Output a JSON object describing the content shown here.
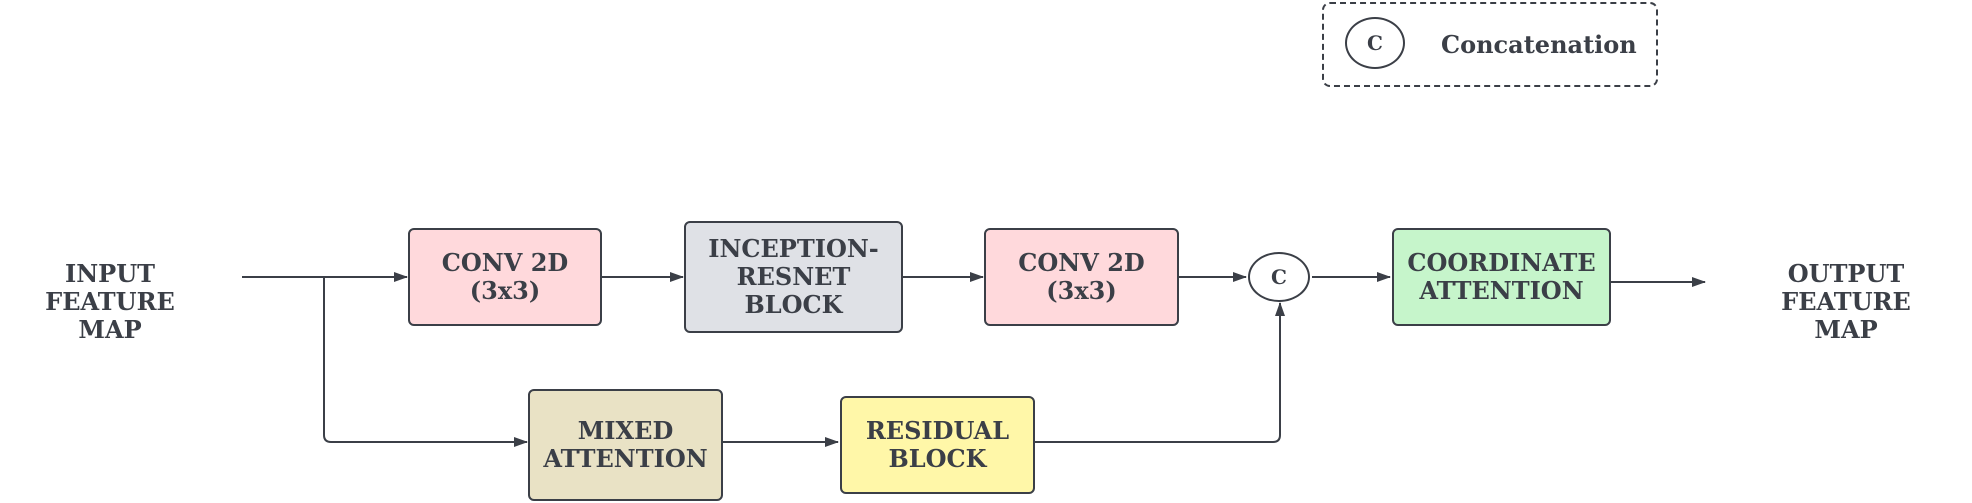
{
  "legend": {
    "symbol": "C",
    "text": "Concatenation"
  },
  "input_label": "INPUT FEATURE\nMAP",
  "output_label": "OUTPUT FEATURE\nMAP",
  "nodes": {
    "conv1": {
      "label": "CONV 2D\n(3x3)",
      "color": "#ffd9dc"
    },
    "inception": {
      "label": "INCEPTION-\nRESNET\nBLOCK",
      "color": "#dfe1e6"
    },
    "conv2": {
      "label": "CONV 2D\n(3x3)",
      "color": "#ffd9dc"
    },
    "concat": {
      "label": "C"
    },
    "coord": {
      "label": "COORDINATE\nATTENTION",
      "color": "#c6f5cb"
    },
    "mixed": {
      "label": "MIXED\nATTENTION",
      "color": "#e9e2c5"
    },
    "residual": {
      "label": "RESIDUAL\nBLOCK",
      "color": "#fff7a8"
    }
  },
  "line_color": "#3b3f47"
}
